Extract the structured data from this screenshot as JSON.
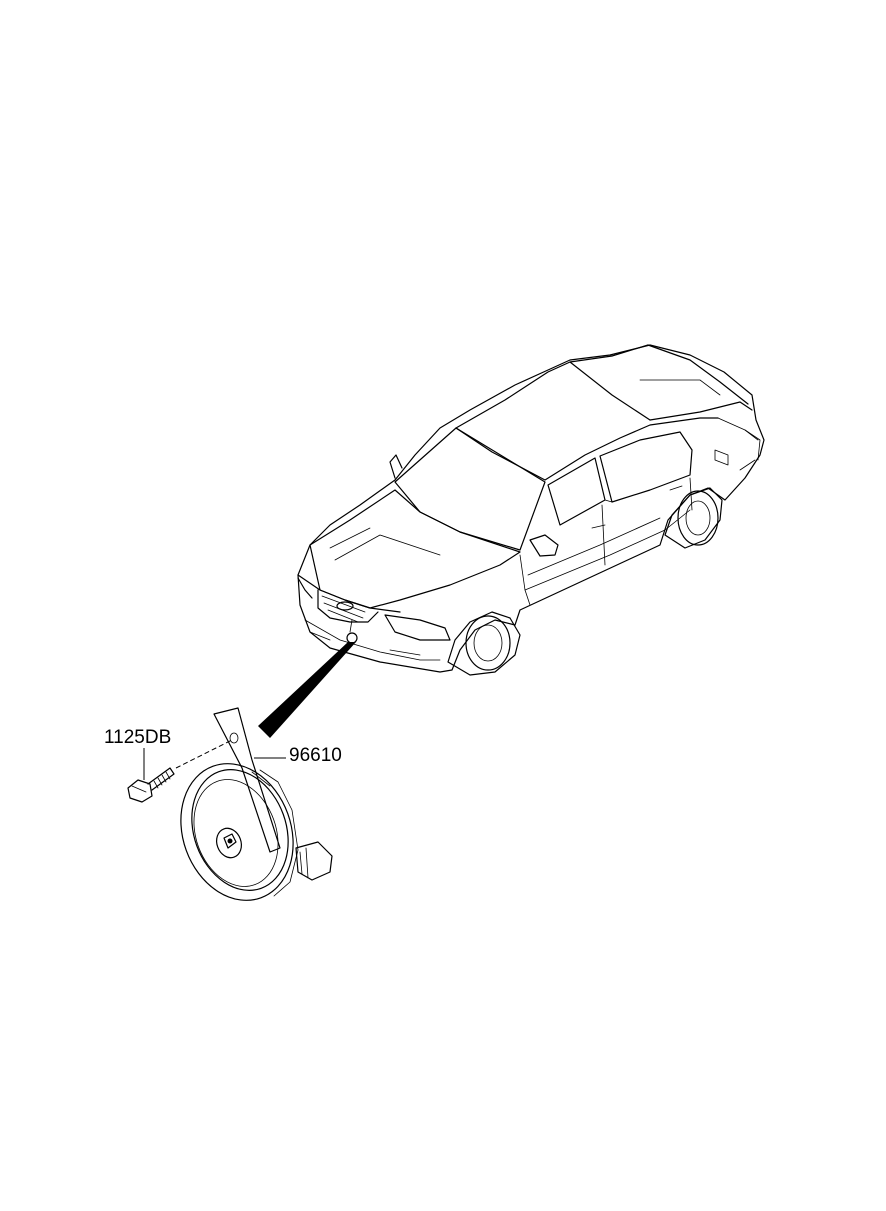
{
  "parts": [
    {
      "part_number": "1125DB",
      "component": "bolt"
    },
    {
      "part_number": "96610",
      "component": "horn"
    }
  ]
}
